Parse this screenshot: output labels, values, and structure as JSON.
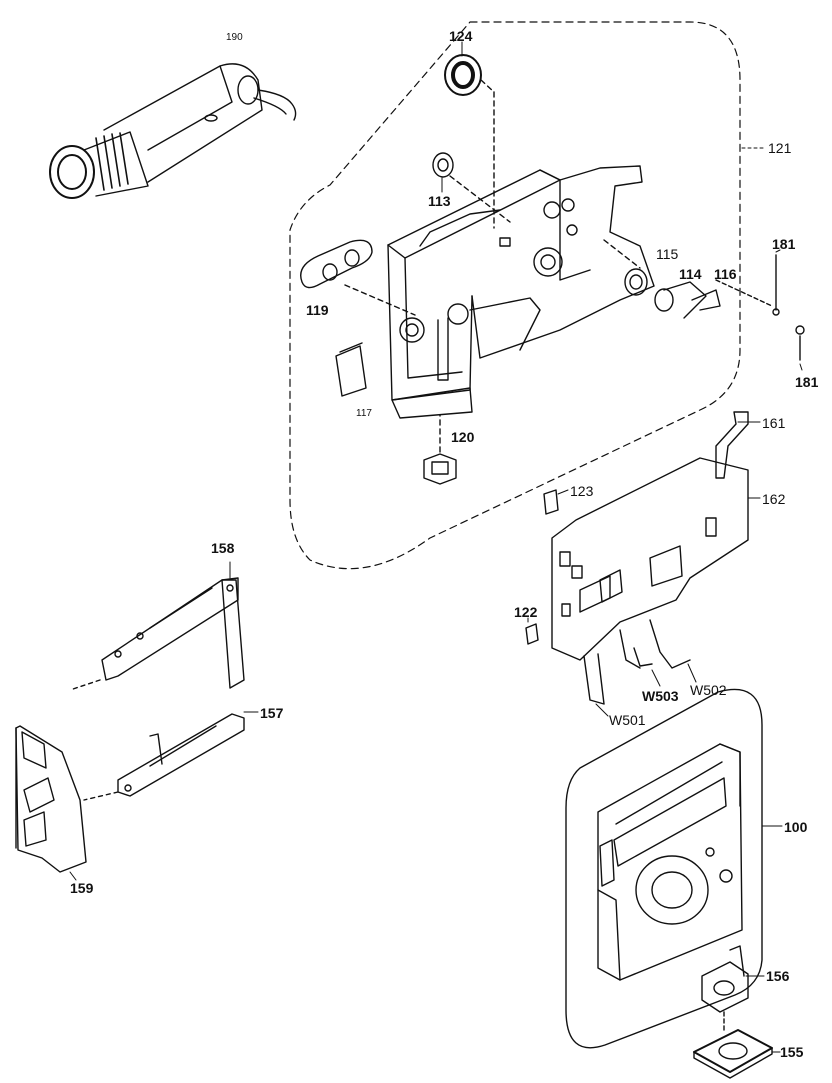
{
  "diagram": {
    "labels": {
      "p190": "190",
      "p124": "124",
      "p121": "121",
      "p113": "113",
      "p115": "115",
      "p114": "114",
      "p116": "116",
      "p181a": "181",
      "p181b": "181",
      "p119": "119",
      "p117": "117",
      "p120": "120",
      "p161": "161",
      "p123": "123",
      "p162": "162",
      "p122": "122",
      "w501": "W501",
      "w503": "W503",
      "w502": "W502",
      "p158": "158",
      "p157": "157",
      "p159": "159",
      "p100": "100",
      "p156": "156",
      "p155": "155"
    }
  }
}
